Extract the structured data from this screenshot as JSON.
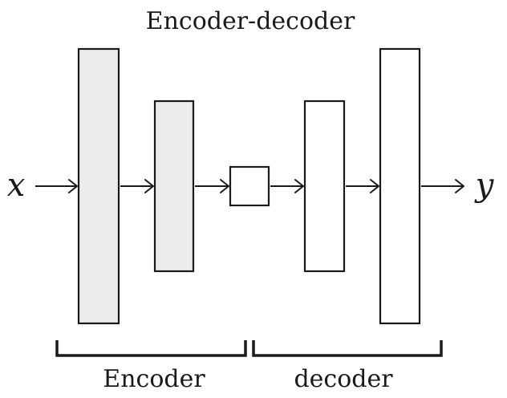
{
  "title": "Encoder-decoder",
  "input_label": "x",
  "output_label": "y",
  "groups": {
    "encoder": "Encoder",
    "decoder": "decoder"
  },
  "colors": {
    "encoder_fill": "#ececef",
    "decoder_fill": "#ffffff",
    "latent_fill": "#ffffff",
    "stroke": "#1a1a1a"
  }
}
